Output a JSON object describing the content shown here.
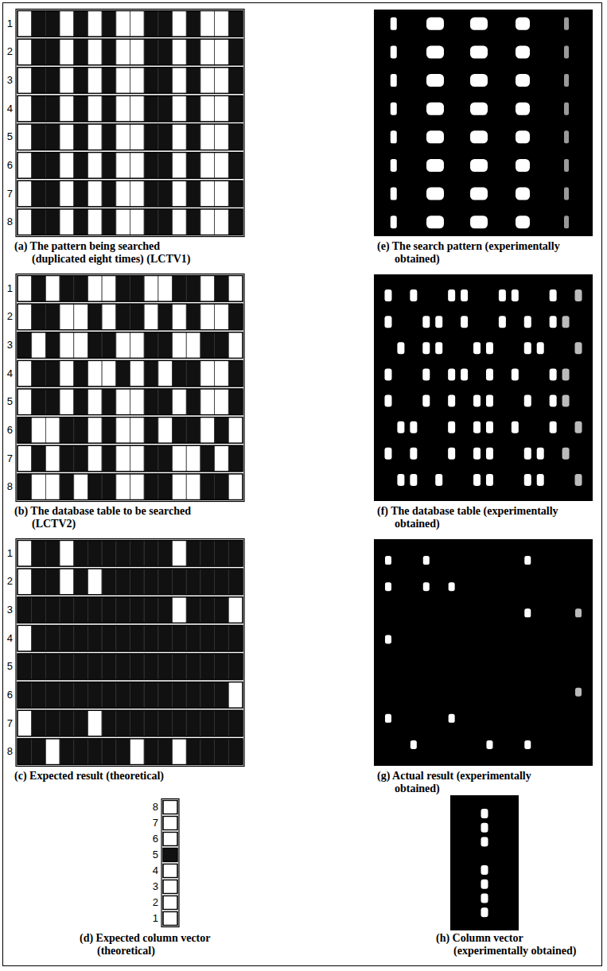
{
  "diagram": {
    "nodes": [
      {
        "text": [
          "(a) The pattern being searched (duplicated eight times) (LCTV1)"
        ]
      },
      {
        "text": [
          "(e) The search pattern (experimentally obtained)"
        ]
      },
      {
        "text": [
          "(b) The database table to be searched (LCTV2)"
        ]
      },
      {
        "text": [
          "(f) The database table (experimentally obtained)"
        ]
      },
      {
        "text": [
          "(c) Expected result (theoretical)"
        ]
      },
      {
        "text": [
          "(g) Actual result (experimentally obtained)"
        ]
      },
      {
        "text": [
          "(d) Expected column vector (theoretical)"
        ]
      },
      {
        "text": [
          "(h) Column vector (experimentally obtained)"
        ]
      }
    ],
    "labels": [
      "1",
      "2",
      "3",
      "4",
      "5",
      "6",
      "7",
      "8",
      "1",
      "2",
      "3",
      "4",
      "5",
      "6",
      "7",
      "8",
      "1",
      "2",
      "3",
      "4",
      "5",
      "6",
      "7",
      "8",
      "8",
      "7",
      "6",
      "5",
      "4",
      "3",
      "2",
      "1"
    ]
  }
}
